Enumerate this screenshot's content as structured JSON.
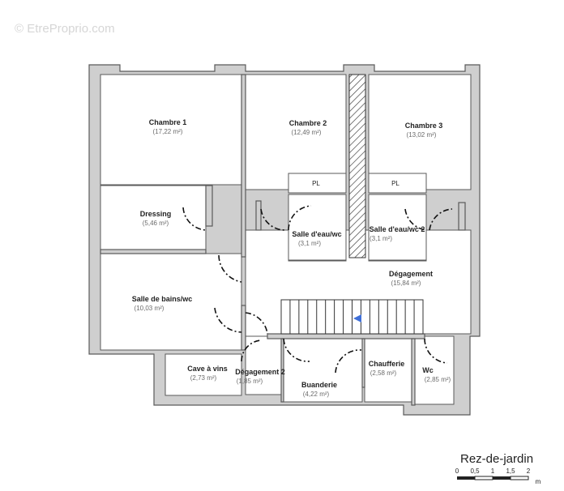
{
  "watermark": "© EtreProprio.com",
  "plan_title": "Rez-de-jardin",
  "scale": {
    "ticks": [
      "0",
      "0,5",
      "1",
      "1,5",
      "2"
    ],
    "unit": "m"
  },
  "closet_label": "PL",
  "arrow_color": "#3f6fd8",
  "rooms": {
    "chambre1": {
      "name": "Chambre 1",
      "area": "(17,22 m²)"
    },
    "chambre2": {
      "name": "Chambre 2",
      "area": "(12,49 m²)"
    },
    "chambre3": {
      "name": "Chambre 3",
      "area": "(13,02 m²)"
    },
    "dressing": {
      "name": "Dressing",
      "area": "(5,46 m²)"
    },
    "salle_eau1": {
      "name": "Salle d'eau/wc",
      "area": "(3,1 m²)"
    },
    "salle_eau2": {
      "name": "Salle d'eau/wc 2",
      "area": "(3,1 m²)"
    },
    "degagement": {
      "name": "Dégagement",
      "area": "(15,84 m²)"
    },
    "salle_bains": {
      "name": "Salle de bains/wc",
      "area": "(10,03 m²)"
    },
    "cave": {
      "name": "Cave à vins",
      "area": "(2,73 m²)"
    },
    "degagement2": {
      "name": "Dégagement 2",
      "area": "(1,85 m²)"
    },
    "buanderie": {
      "name": "Buanderie",
      "area": "(4,22 m²)"
    },
    "chaufferie": {
      "name": "Chaufferie",
      "area": "(2,58 m²)"
    },
    "wc": {
      "name": "Wc",
      "area": "(2,85 m²)"
    }
  }
}
